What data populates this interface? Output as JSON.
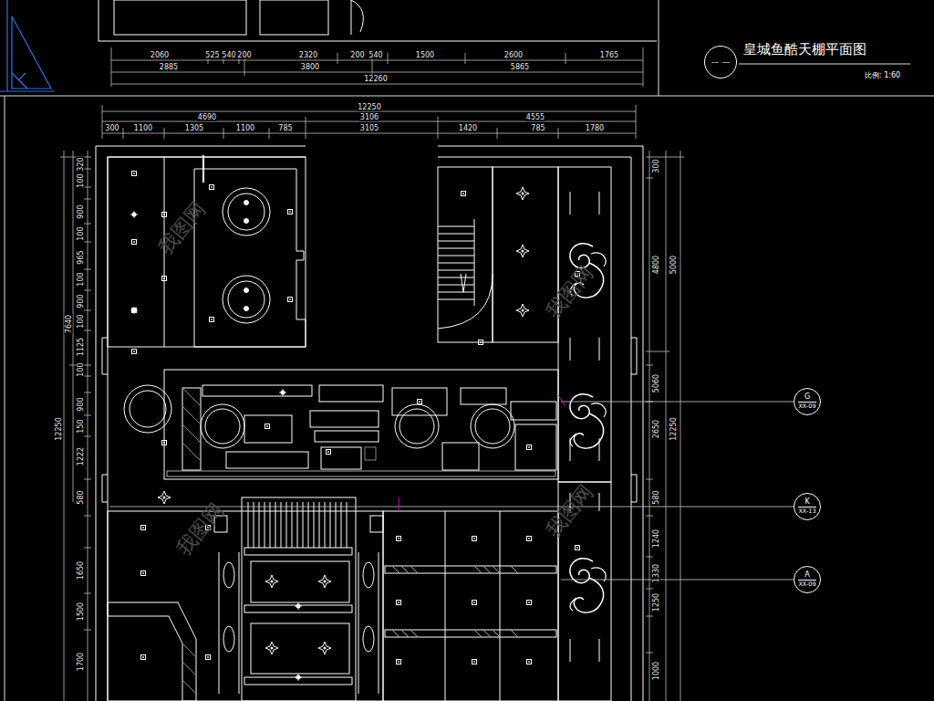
{
  "diagram": {
    "title": "皇城鱼酷天棚平面图",
    "caption": "比例: 1:60",
    "nodes": [
      {
        "text": [
          "— —"
        ]
      },
      {
        "text": [
          "G",
          "XX-09"
        ]
      },
      {
        "text": [
          "K",
          "XX-13"
        ]
      },
      {
        "text": [
          "A",
          "XX-09"
        ]
      }
    ],
    "labels": [
      "2060",
      "525",
      "540",
      "200",
      "2320",
      "200",
      "540",
      "1500",
      "2600",
      "1765",
      "2885",
      "3800",
      "5865",
      "12260",
      "12250",
      "4690",
      "3106",
      "4555",
      "300",
      "1100",
      "1305",
      "1100",
      "785",
      "3105",
      "1420",
      "785",
      "1780",
      "320",
      "100",
      "900",
      "100",
      "965",
      "100",
      "900",
      "100",
      "1125",
      "100",
      "900",
      "150",
      "1222",
      "580",
      "1650",
      "1500",
      "1700",
      "7640",
      "12250",
      "300",
      "4800",
      "5000",
      "5060",
      "2650",
      "12250",
      "580",
      "1240",
      "1330",
      "1250",
      "1000",
      "我图网",
      "我图网",
      "我图网",
      "我图网"
    ]
  }
}
